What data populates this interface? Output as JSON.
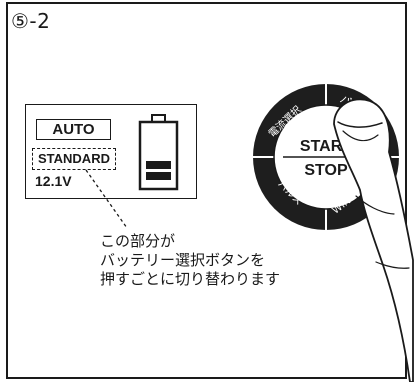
{
  "step": {
    "label": "⑤-2"
  },
  "display_panel": {
    "mode_label": "AUTO",
    "battery_type": "STANDARD",
    "voltage": "12.1V"
  },
  "caption": {
    "lines": [
      "この部分が",
      "バッテリー選択ボタンを",
      "押すごとに切り替わります"
    ]
  },
  "dial": {
    "start_label": "START",
    "stop_label": "STOP",
    "segment_labels": {
      "top_left": "電流選択",
      "top_right": "バ",
      "bottom_left": "パルス",
      "bottom_right": "WINTER"
    }
  },
  "colors": {
    "ink": "#1a1a1a",
    "dial_dark": "#1e1e1e",
    "paper": "#ffffff"
  }
}
